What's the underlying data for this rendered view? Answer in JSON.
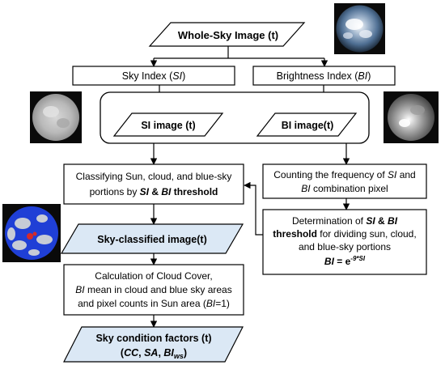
{
  "nodes": {
    "whole_sky": {
      "text": "Whole-Sky Image (t)"
    },
    "sky_index": {
      "pre": "Sky Index (",
      "var": "SI",
      "post": ")"
    },
    "brightness_index": {
      "pre": "Brightness Index (",
      "var": "BI",
      "post": ")"
    },
    "si_image": {
      "text": "SI image (t)"
    },
    "bi_image": {
      "text": "BI image(t)"
    },
    "classify": {
      "line1": "Classifying Sun, cloud, and blue-sky",
      "line2_pre": "portions by ",
      "line2_var1": "SI",
      "line2_amp": " & ",
      "line2_var2": "BI",
      "line2_post": " threshold"
    },
    "counting": {
      "line1_pre": "Counting the frequency of ",
      "line1_var": "SI",
      "line1_post": " and",
      "line2_var": "BI",
      "line2_post": " combination pixel"
    },
    "determination": {
      "line1": "Determination of",
      "line1_var1": "SI",
      "line1_amp": " & ",
      "line1_var2": "BI",
      "line2_bold": "threshold",
      "line2_post": " for dividing sun, cloud,",
      "line3": "and blue-sky portions",
      "eq_var": "BI",
      "eq_mid": " = e",
      "eq_sup": "-9*SI"
    },
    "sky_classified": {
      "text": "Sky-classified image(t)"
    },
    "calculation": {
      "line1": "Calculation of Cloud Cover,",
      "line2_var": "BI",
      "line2_post": " mean in cloud and blue sky areas",
      "line3_pre": "and pixel counts in Sun area (",
      "line3_var": "BI",
      "line3_post": "=1)"
    },
    "factors": {
      "line1": "Sky condition factors (t)",
      "line2_open": "(",
      "line2_cc": "CC",
      "line2_sep1": ", ",
      "line2_sa": "SA",
      "line2_sep2": ", ",
      "line2_bi": "BI",
      "line2_sub": "ws",
      "line2_close": ")"
    }
  },
  "colors": {
    "stroke": "#000000",
    "highlight_fill": "#dbe8f5",
    "sky_blue": "#1f3fd6",
    "cloud_gray": "#c7ccd6",
    "sun_red": "#d42a2a"
  },
  "thumbnails": {
    "whole_sky": "fisheye-whole-sky-photo",
    "si_image": "fisheye-si-grayscale",
    "bi_image": "fisheye-bi-grayscale",
    "sky_classified": "fisheye-sky-classified-map"
  }
}
